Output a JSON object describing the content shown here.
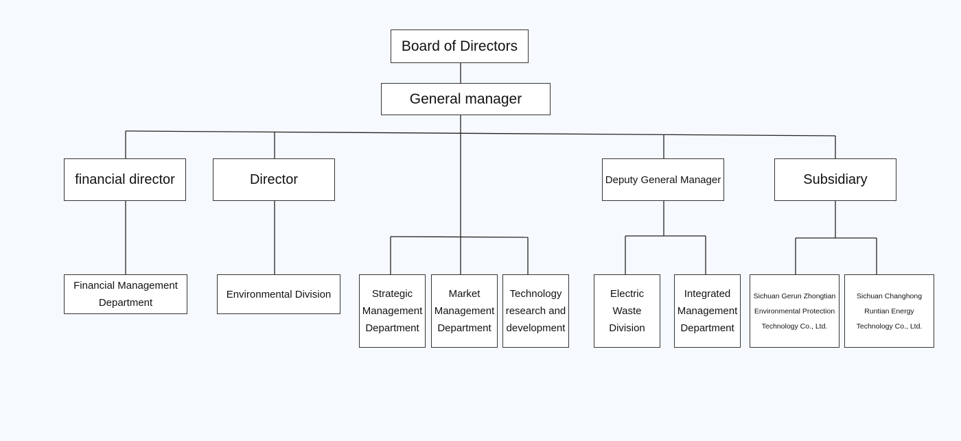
{
  "org": {
    "board": "Board of Directors",
    "general_manager": "General manager",
    "financial_director": "financial director",
    "director": "Director",
    "deputy_general_manager": "Deputy General Manager",
    "subsidiary": "Subsidiary",
    "financial_management_department": "Financial Management Department",
    "environmental_division": "Environmental Division",
    "strategic_management_department": "Strategic Management Department",
    "market_management_department": "Market Management Department",
    "technology_rd": "Technology research and development",
    "electric_waste_division": "Electric Waste Division",
    "integrated_management_department": "Integrated Management Department",
    "sichuan_gerun": "Sichuan Gerun Zhongtian Environmental Protection Technology Co., Ltd.",
    "sichuan_changhong": "Sichuan Changhong Runtian Energy Technology Co., Ltd."
  }
}
